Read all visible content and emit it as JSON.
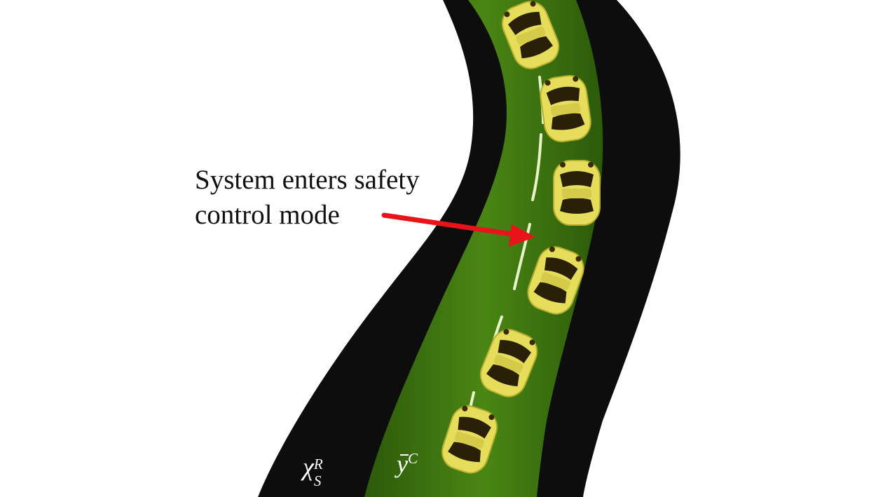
{
  "annotation": {
    "line1": "System enters safety",
    "line2": "control mode"
  },
  "labels": {
    "region_symbol": "χ",
    "region_sub": "S",
    "region_sup": "R",
    "lane_symbol": "y",
    "lane_sup": "C"
  },
  "colors": {
    "road_edge": "#0d0d0d",
    "road_surface": "#3c7410",
    "lane_marking": "#e8f4c8",
    "car_body": "#e6de5a",
    "car_window": "#2a2008",
    "arrow": "#e8141a"
  },
  "cars": [
    {
      "name": "car-1",
      "angle": -22
    },
    {
      "name": "car-2",
      "angle": -8
    },
    {
      "name": "car-3",
      "angle": 0
    },
    {
      "name": "car-4",
      "angle": 20
    },
    {
      "name": "car-5",
      "angle": 22
    },
    {
      "name": "car-6",
      "angle": 18
    }
  ]
}
